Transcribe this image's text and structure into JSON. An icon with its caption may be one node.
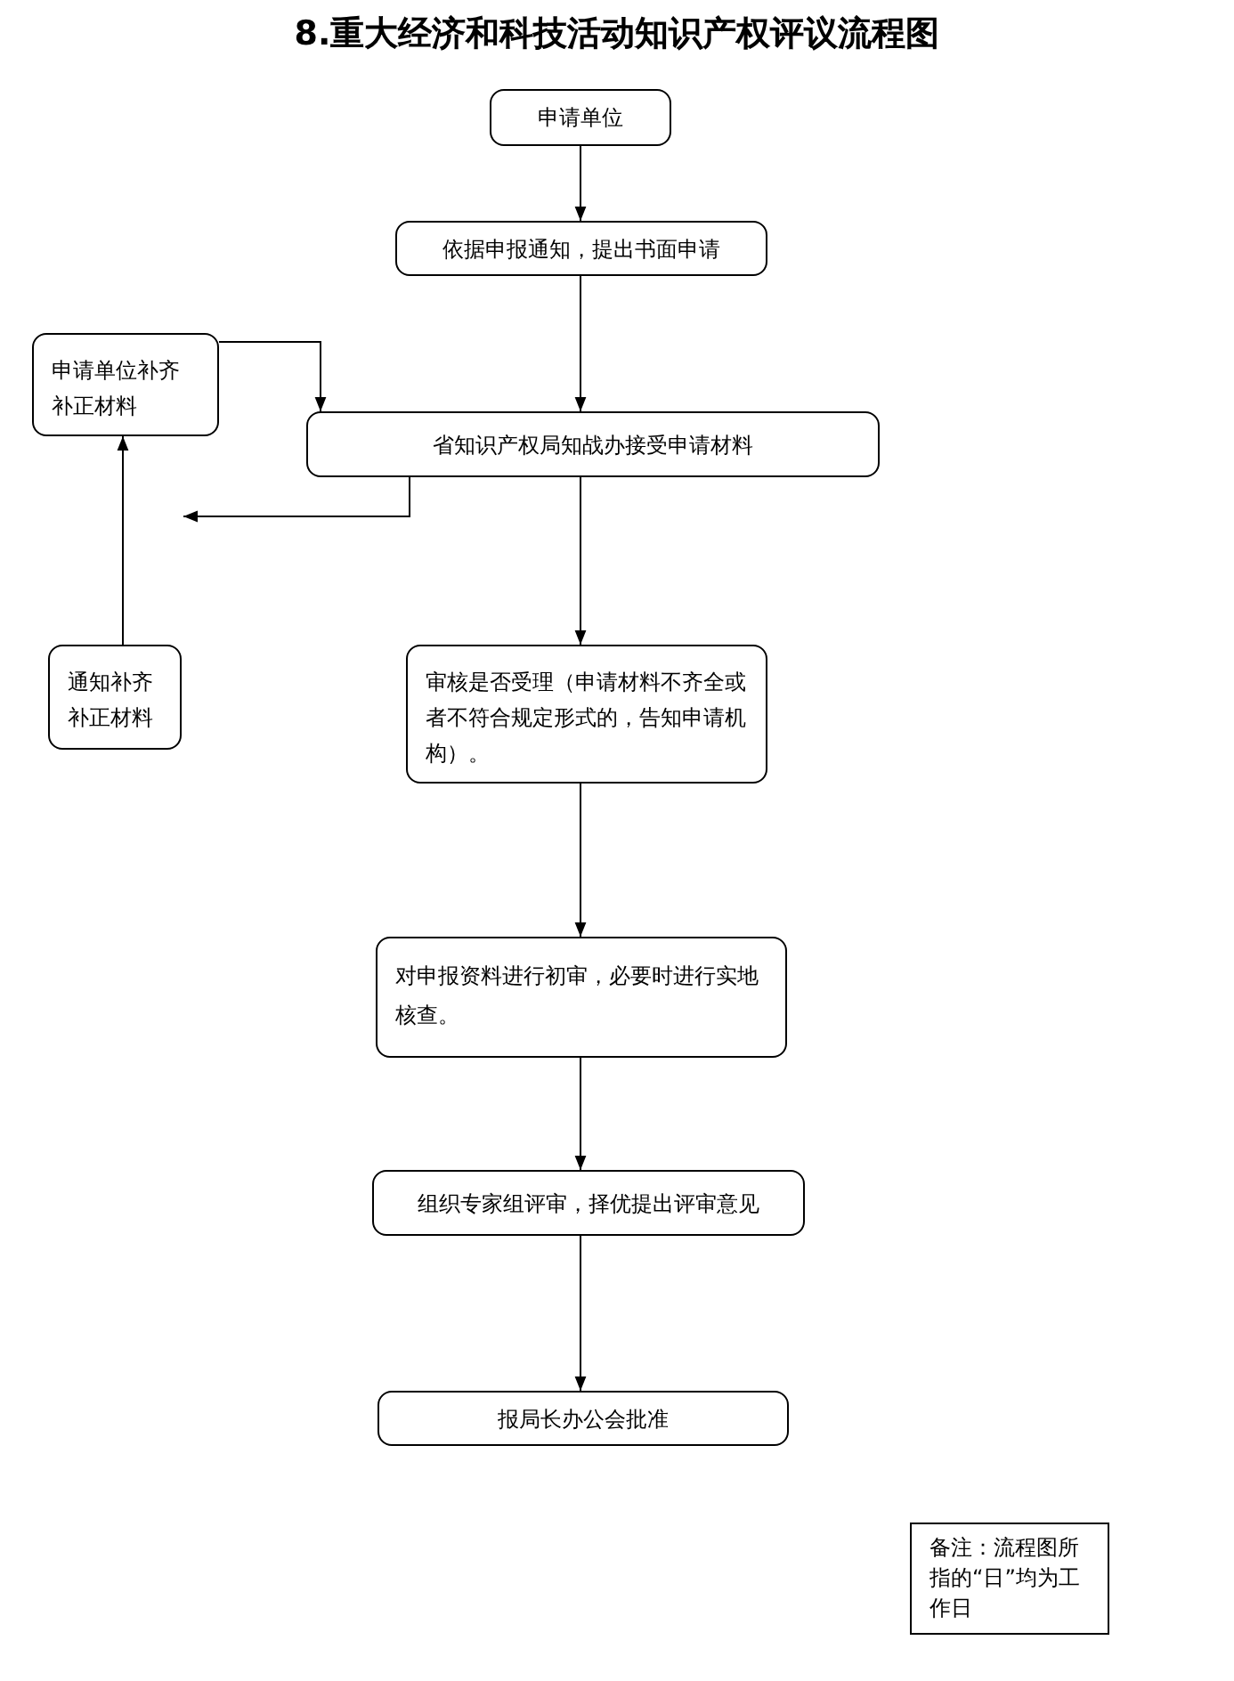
{
  "diagram": {
    "title": "8.重大经济和科技活动知识产权评议流程图",
    "nodes": [
      {
        "text": [
          "申请单位"
        ]
      },
      {
        "text": [
          "依据申报通知，提出书面申请"
        ]
      },
      {
        "text": [
          "申请单位补齐补正材料"
        ]
      },
      {
        "text": [
          "省知识产权局知战办接受申请材料"
        ]
      },
      {
        "text": [
          "通知补齐补正材料"
        ]
      },
      {
        "text": [
          "审核是否受理（申请材料不齐全或者不符合规定形式的，告知申请机构）。"
        ]
      },
      {
        "text": [
          "对申报资料进行初审，必要时进行实地核查。"
        ]
      },
      {
        "text": [
          "组织专家组评审，择优提出评审意见"
        ]
      },
      {
        "text": [
          "报局长办公会批准"
        ]
      },
      {
        "text": [
          "备注：流程图所指的“日”均为工作日"
        ]
      }
    ],
    "edges": [
      {
        "from": 0,
        "to": 1,
        "arrow": "to"
      },
      {
        "from": 1,
        "to": 3,
        "arrow": "to"
      },
      {
        "from": 3,
        "to": 5,
        "arrow": "to"
      },
      {
        "from": 5,
        "to": 6,
        "arrow": "to"
      },
      {
        "from": 6,
        "to": 7,
        "arrow": "to"
      },
      {
        "from": 7,
        "to": 8,
        "arrow": "to"
      },
      {
        "from": 2,
        "to": 3,
        "arrow": "to"
      },
      {
        "from": 3,
        "to": null,
        "arrow": "to"
      },
      {
        "from": 4,
        "to": 2,
        "arrow": "to"
      }
    ]
  }
}
